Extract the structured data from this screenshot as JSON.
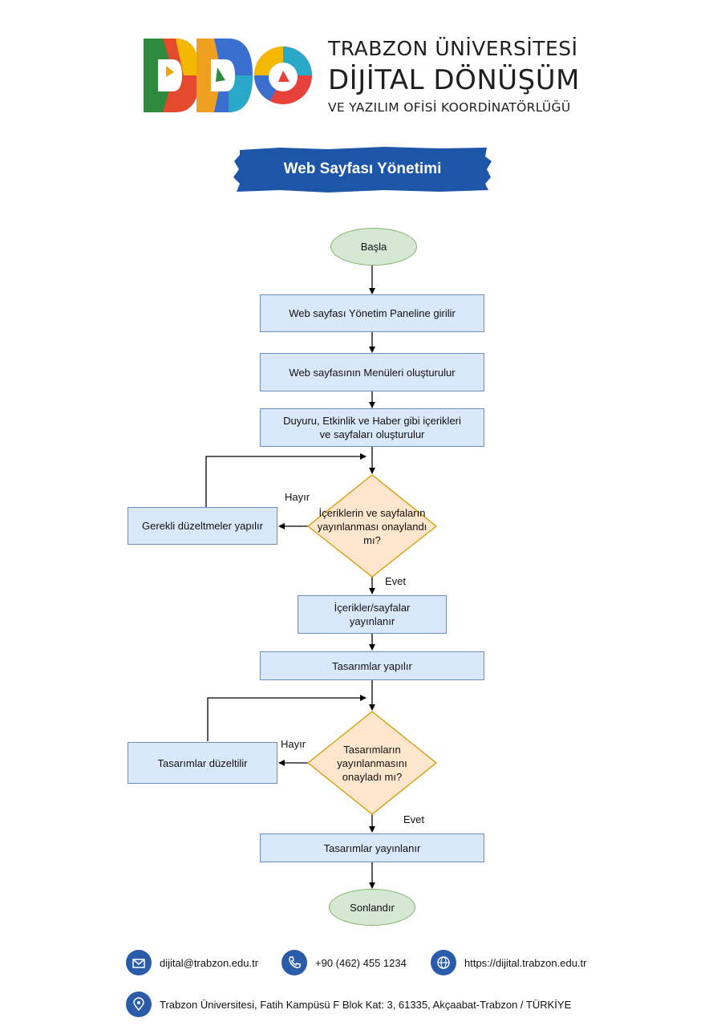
{
  "header": {
    "line1": "TRABZON ÜNİVERSİTESİ",
    "line2": "DİJİTAL DÖNÜŞÜM",
    "line3": "VE YAZILIM OFİSİ KOORDİNATÖRLÜĞÜ",
    "logo_letters": "DDO"
  },
  "title": "Web Sayfası Yönetimi",
  "flow": {
    "start": "Başla",
    "step1": "Web sayfası Yönetim Paneline girilir",
    "step2": "Web sayfasının Menüleri oluşturulur",
    "step3": "Duyuru, Etkinlik ve Haber gibi içerikleri ve sayfaları oluşturulur",
    "decision1": "İçeriklerin ve sayfaların yayınlanması onaylandı mı?",
    "fix1": "Gerekli düzeltmeler yapılır",
    "no1": "Hayır",
    "yes1": "Evet",
    "step4": "İçerikler/sayfalar yayınlanır",
    "step5": "Tasarımlar yapılır",
    "decision2": "Tasarımların yayınlanmasını onayladı mı?",
    "fix2": "Tasarımlar düzeltilir",
    "no2": "Hayır",
    "yes2": "Evet",
    "step6": "Tasarımlar yayınlanır",
    "end": "Sonlandır"
  },
  "footer": {
    "email": "dijital@trabzon.edu.tr",
    "phone": "+90 (462) 455 1234",
    "web": "https://dijital.trabzon.edu.tr",
    "address": "Trabzon Üniversitesi, Fatih Kampüsü F Blok Kat: 3, 61335, Akçaabat-Trabzon / TÜRKİYE"
  },
  "colors": {
    "brand_blue": "#1d56a8",
    "process_fill": "#dae8fc",
    "process_stroke": "#6c8ebf",
    "terminal_fill": "#d5e8d4",
    "terminal_stroke": "#82b366",
    "decision_fill": "#ffe6cc",
    "decision_stroke": "#d79b00",
    "footer_icon": "#2a5caa"
  }
}
